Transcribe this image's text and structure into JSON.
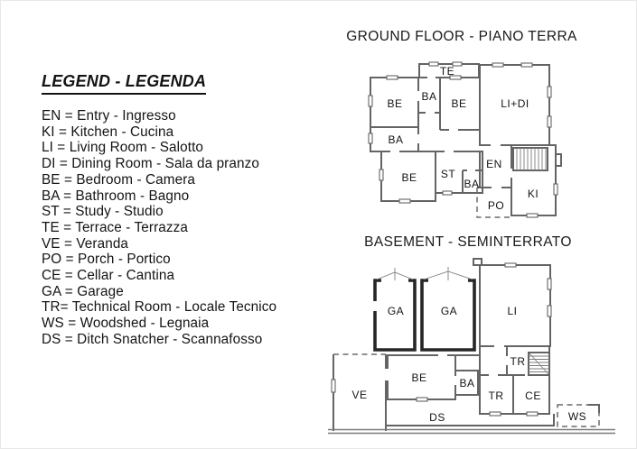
{
  "colors": {
    "background": "#ffffff",
    "wall": "#646464",
    "garage_wall": "#262626",
    "text": "#141414"
  },
  "legend": {
    "title": "LEGEND - LEGENDA",
    "entries": [
      "EN = Entry - Ingresso",
      "KI = Kitchen - Cucina",
      "LI = Living Room - Salotto",
      "DI = Dining Room - Sala da pranzo",
      "BE = Bedroom - Camera",
      "BA = Bathroom - Bagno",
      "ST = Study - Studio",
      "TE = Terrace - Terrazza",
      "VE = Veranda",
      "PO = Porch - Portico",
      "CE = Cellar - Cantina",
      "GA = Garage",
      "TR= Technical Room - Locale Tecnico",
      "WS = Woodshed - Legnaia",
      "DS = Ditch Snatcher - Scannafosso"
    ]
  },
  "ground_floor": {
    "title": "GROUND FLOOR - PIANO TERRA",
    "labels": {
      "te": "TE",
      "be1": "BE",
      "ba1": "BA",
      "ba2": "BA",
      "be2": "BE",
      "lidi": "LI+DI",
      "be3": "BE",
      "st": "ST",
      "ba3": "BA",
      "en": "EN",
      "ki": "KI",
      "po": "PO"
    }
  },
  "basement": {
    "title": "BASEMENT - SEMINTERRATO",
    "labels": {
      "ga1": "GA",
      "ga2": "GA",
      "li": "LI",
      "tr1": "TR",
      "be": "BE",
      "ba": "BA",
      "ve": "VE",
      "tr2": "TR",
      "ce": "CE",
      "ds": "DS",
      "ws": "WS"
    }
  }
}
